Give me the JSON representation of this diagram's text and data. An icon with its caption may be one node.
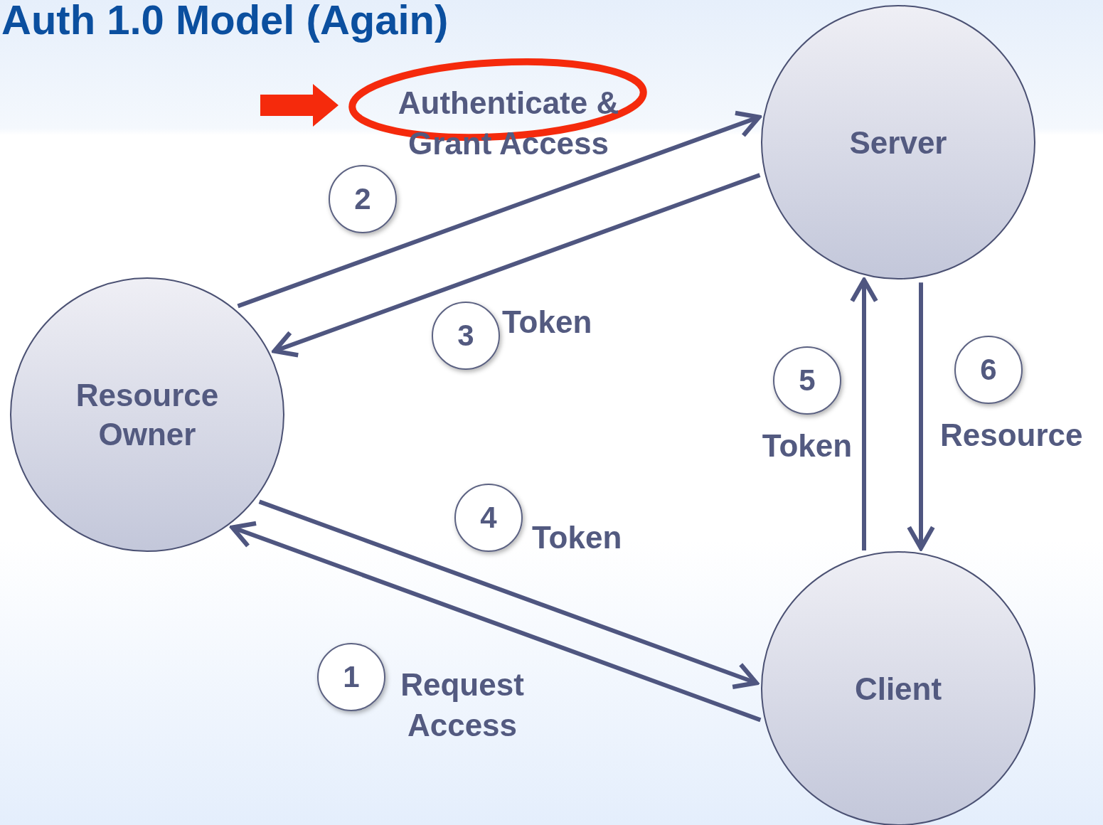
{
  "diagram": {
    "title": "Auth 1.0 Model (Again)",
    "nodes": [
      {
        "text": [
          "Server"
        ]
      },
      {
        "text": [
          "Resource Owner"
        ]
      },
      {
        "text": [
          "Client"
        ]
      },
      {
        "text": [
          "2"
        ]
      },
      {
        "text": [
          "3"
        ]
      },
      {
        "text": [
          "6"
        ]
      },
      {
        "text": [
          "5"
        ]
      },
      {
        "text": [
          "4"
        ]
      },
      {
        "text": [
          "1"
        ]
      }
    ],
    "edges": [
      {
        "from": 2,
        "to": 1,
        "arrow": "to",
        "label": "Request Access"
      },
      {
        "from": 1,
        "to": 0,
        "arrow": "to",
        "label": "Authenticate & Grant Access"
      },
      {
        "from": 0,
        "to": 1,
        "arrow": "to",
        "label": "Token"
      },
      {
        "from": 1,
        "to": 2,
        "arrow": "to",
        "label": "Token"
      },
      {
        "from": 2,
        "to": 0,
        "arrow": "to",
        "label": "Token"
      },
      {
        "from": 0,
        "to": 2,
        "arrow": "to",
        "label": "Resource"
      }
    ]
  }
}
